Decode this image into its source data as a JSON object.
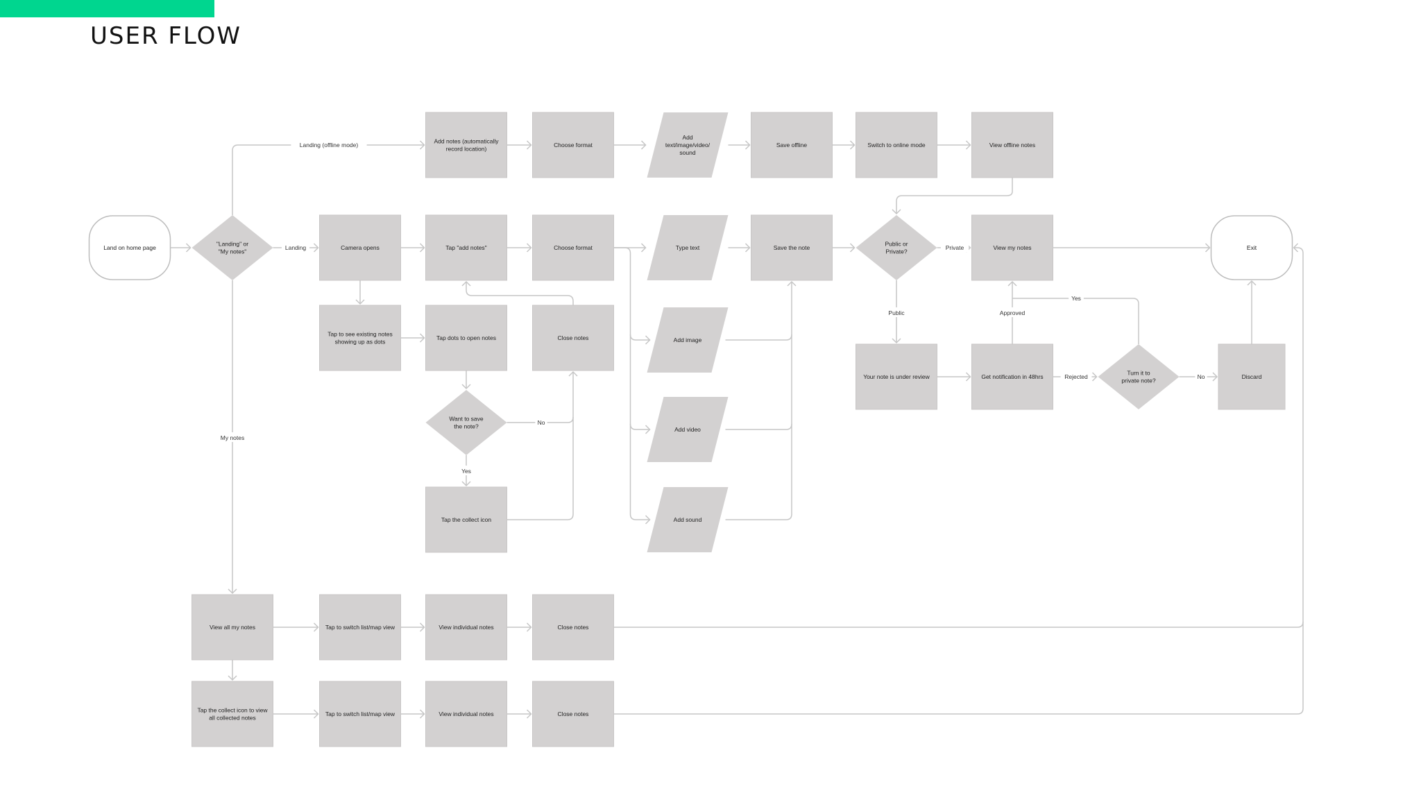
{
  "title": "USER FLOW",
  "colors": {
    "accent": "#00d68f",
    "node_fill": "#d3d1d1",
    "edge": "#c6c6c6",
    "terminal_stroke": "#bdbdbd"
  },
  "nodes": {
    "start": "Land on home page",
    "decision_landing": [
      "\"Landing\" or",
      "\"My notes\""
    ],
    "offline_add_notes": [
      "Add notes (automatically",
      "record location)"
    ],
    "offline_choose_format": "Choose format",
    "offline_add_media": [
      "Add",
      "text/image/video/",
      "sound"
    ],
    "save_offline": "Save offline",
    "switch_online": "Switch to online mode",
    "view_offline_notes": "View offline notes",
    "camera_opens": "Camera opens",
    "tap_add_notes": "Tap \"add notes\"",
    "choose_format": "Choose format",
    "type_text": "Type text",
    "save_note": "Save the note",
    "decision_public_private": [
      "Public or",
      "Private?"
    ],
    "view_my_notes": "View my notes",
    "exit": "Exit",
    "tap_see_existing": [
      "Tap to see existing notes",
      "showing up as dots"
    ],
    "tap_dots_open": "Tap dots to open notes",
    "close_notes_top": "Close notes",
    "add_image": "Add image",
    "add_video": "Add video",
    "add_sound": "Add sound",
    "decision_want_save": [
      "Want to save",
      "the note?"
    ],
    "tap_collect_icon": "Tap the collect icon",
    "under_review": "Your note is under review",
    "get_notification": "Get notification in 48hrs",
    "decision_turn_private": [
      "Turn it to",
      "private note?"
    ],
    "discard": "Discard",
    "view_all_my_notes": "View all my notes",
    "tap_switch_view_1": "Tap to switch list/map view",
    "view_individual_1": "View individual notes",
    "close_notes_1": "Close notes",
    "tap_collect_view_all": [
      "Tap the collect icon to view",
      "all collected notes"
    ],
    "tap_switch_view_2": "Tap to switch list/map view",
    "view_individual_2": "View individual notes",
    "close_notes_2": "Close notes"
  },
  "edge_labels": {
    "landing_offline": "Landing (offline mode)",
    "landing": "Landing",
    "my_notes": "My notes",
    "private": "Private",
    "public": "Public",
    "approved": "Approved",
    "yes_turn_private": "Yes",
    "rejected": "Rejected",
    "no_turn_private": "No",
    "no_save": "No",
    "yes_save": "Yes"
  }
}
